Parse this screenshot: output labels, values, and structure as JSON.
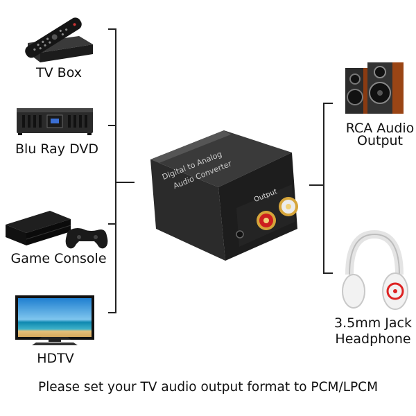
{
  "sources": [
    {
      "label": "TV Box",
      "icon": "tv-box-icon"
    },
    {
      "label": "Blu Ray DVD",
      "icon": "blu-ray-player-icon"
    },
    {
      "label": "Game Console",
      "icon": "game-console-icon"
    },
    {
      "label": "HDTV",
      "icon": "hdtv-icon"
    }
  ],
  "converter": {
    "name_line1": "Digital to Analog",
    "name_line2": "Audio Converter",
    "port_label": "Output"
  },
  "outputs": [
    {
      "label_line1": "RCA Audio",
      "label_line2": "Output",
      "icon": "speakers-icon"
    },
    {
      "label_line1": "3.5mm Jack",
      "label_line2": "Headphone",
      "icon": "headphones-icon"
    }
  ],
  "footer": "Please set your TV audio output format to PCM/LPCM",
  "colors": {
    "line": "#222222",
    "device_body": "#2a2a2a",
    "rca_red": "#cc1f1f",
    "gold": "#d6a53a"
  }
}
